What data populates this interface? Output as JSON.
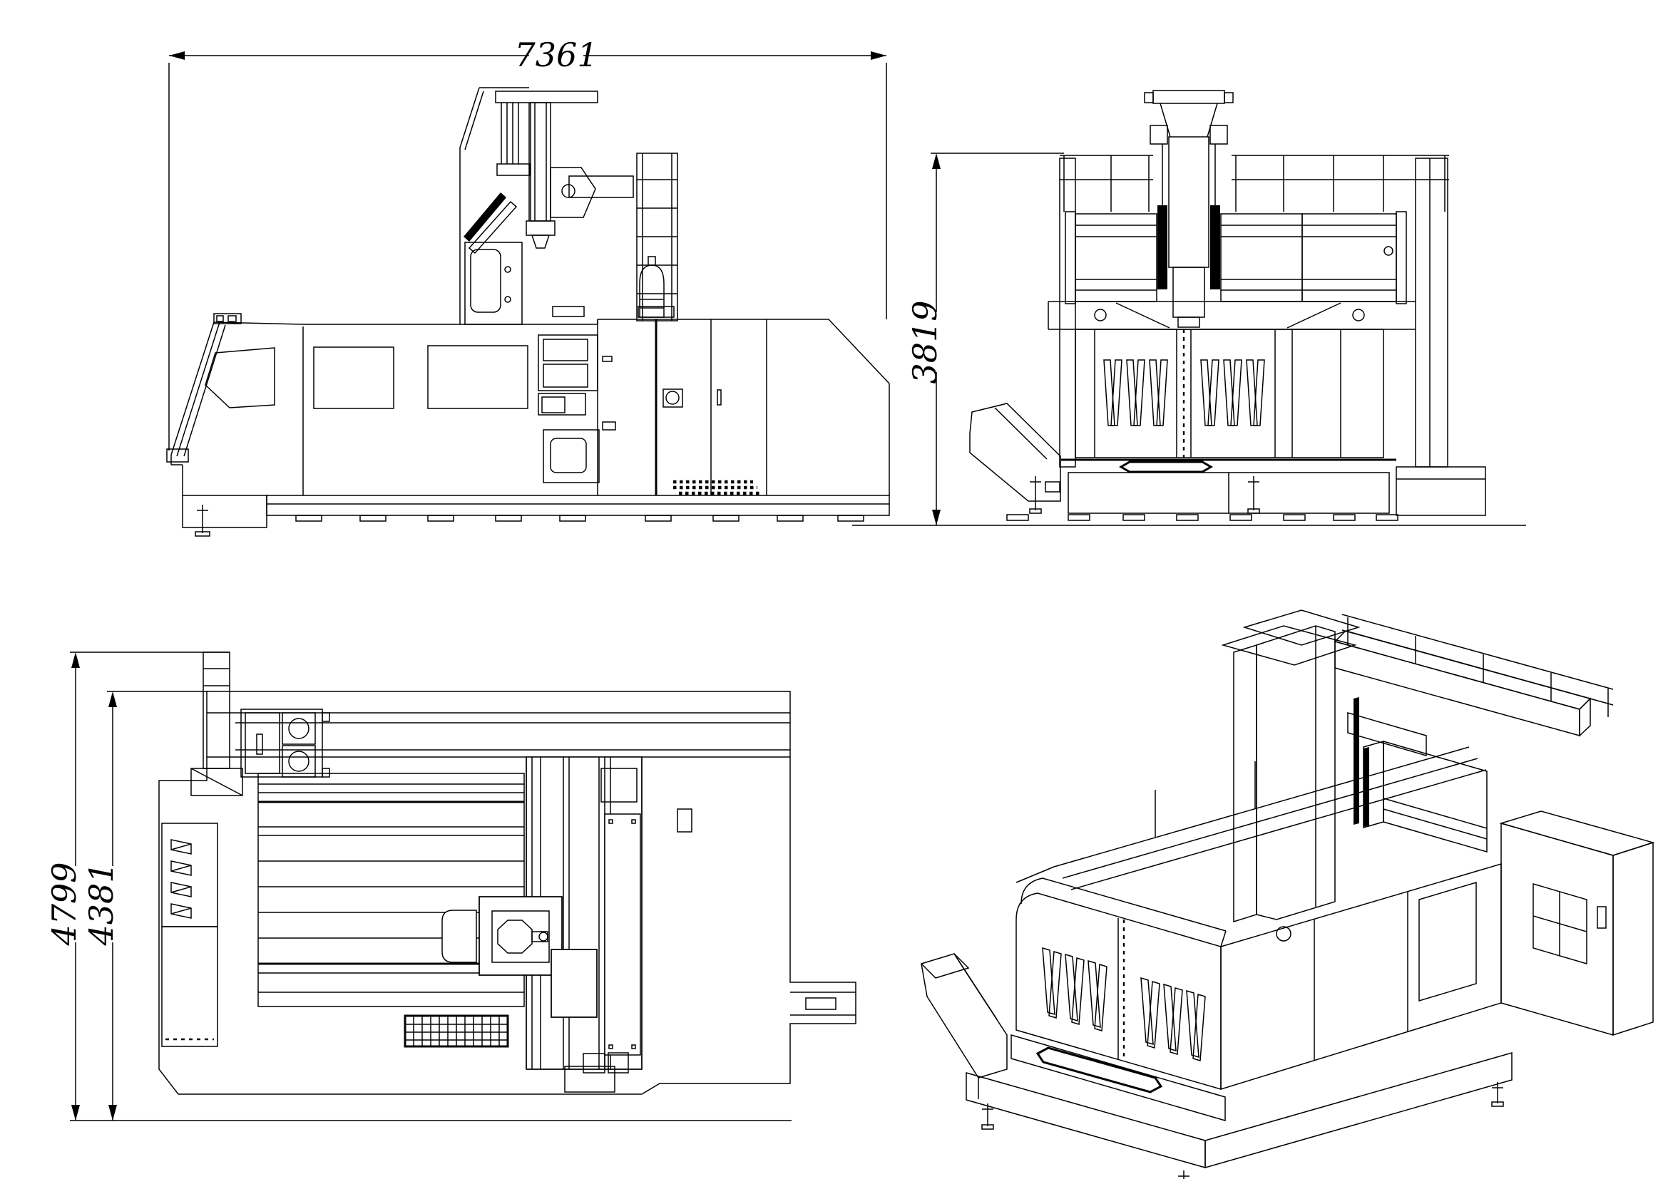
{
  "drawing": {
    "background_color": "#ffffff",
    "line_color": "#000000",
    "dimensions": {
      "overall_length": "7361",
      "overall_height": "3819",
      "overall_width": "4799",
      "inner_width": "4381"
    }
  }
}
